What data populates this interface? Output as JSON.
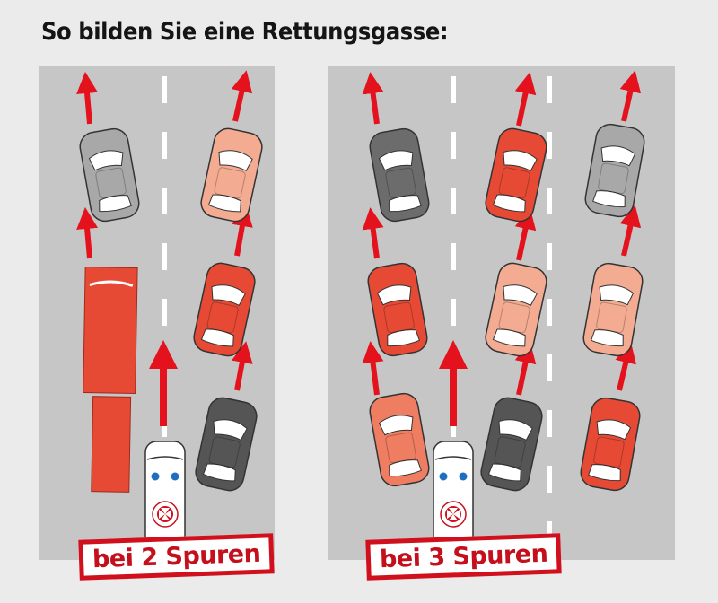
{
  "title": "So bilden Sie eine Rettungsgasse:",
  "panels": [
    {
      "label": "bei 2 Spuren"
    },
    {
      "label": "bei 3 Spuren"
    }
  ],
  "colors": {
    "background": "#ebebeb",
    "road": "#c6c6c6",
    "arrow": "#e3121c",
    "label_border": "#d0101c",
    "red_car": "#e64a35",
    "salmon_car": "#ef7d62",
    "pink_car": "#f3ab92",
    "dark_car": "#555555",
    "grey_car": "#a8a8a8",
    "mid_grey_car": "#6c6c6c"
  }
}
